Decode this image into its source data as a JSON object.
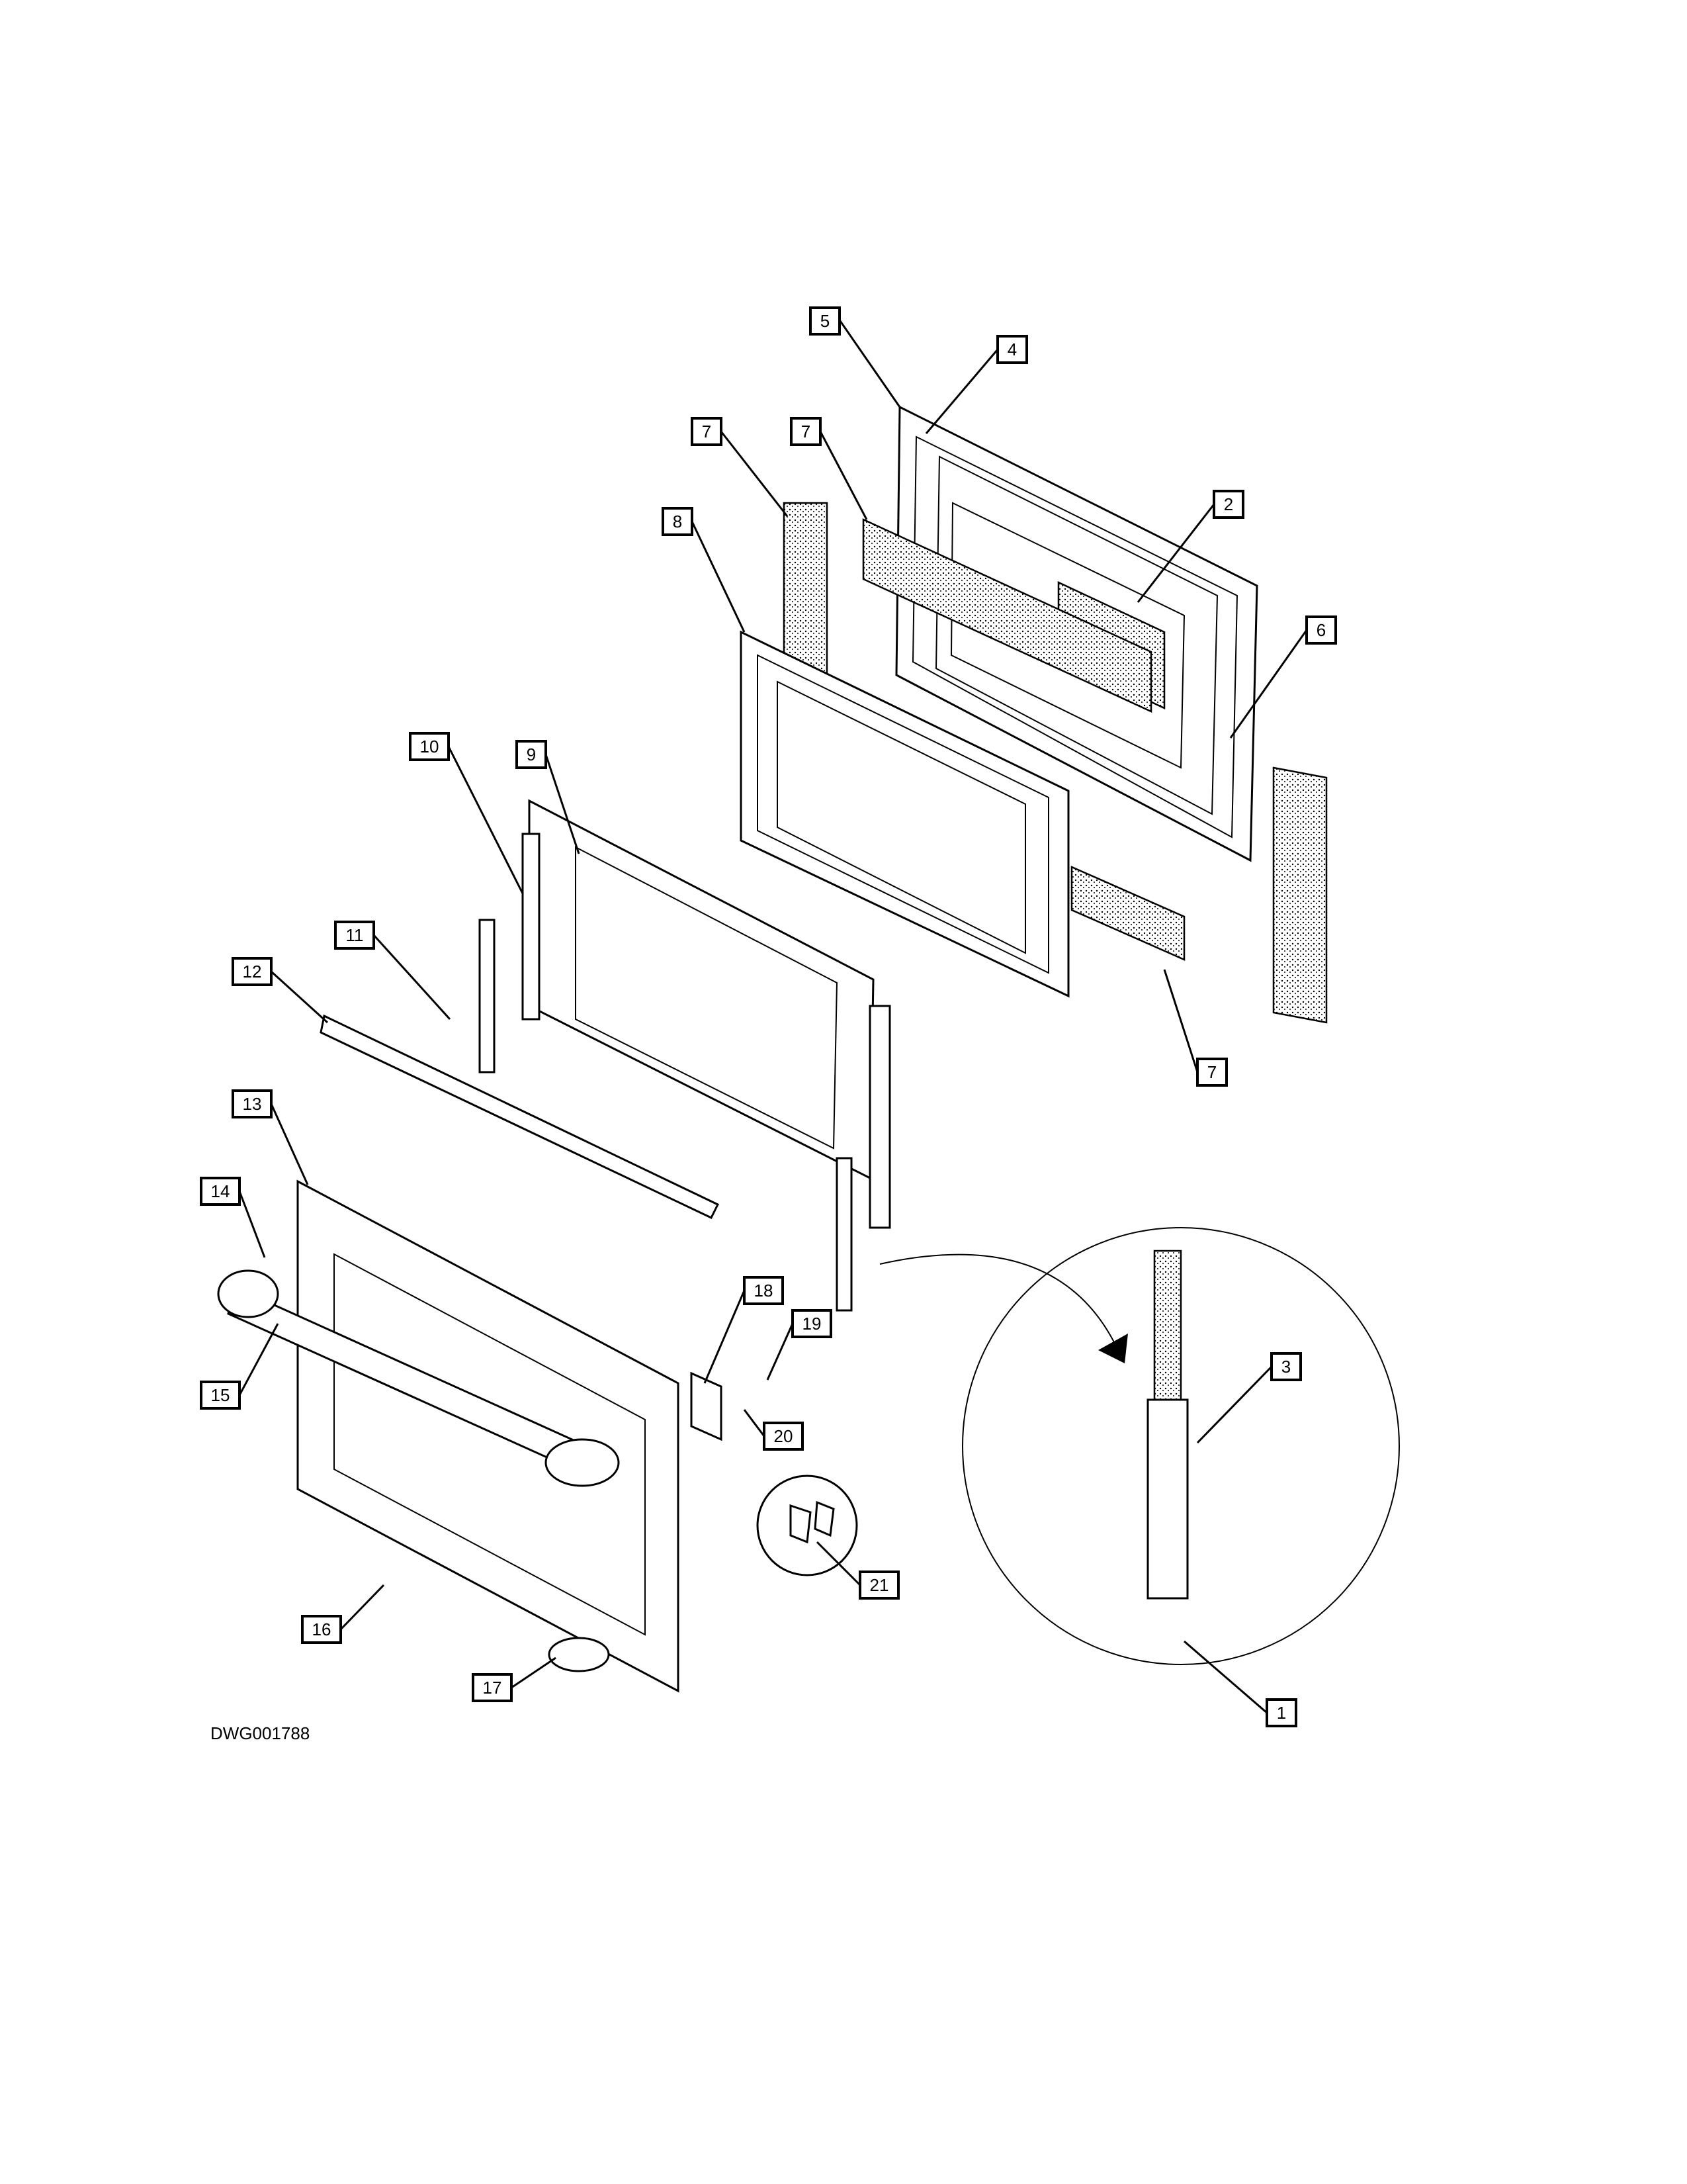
{
  "drawing": {
    "code": "DWG001788",
    "callouts": [
      "1",
      "2",
      "3",
      "4",
      "5",
      "6",
      "7",
      "7",
      "7",
      "8",
      "9",
      "10",
      "11",
      "12",
      "13",
      "14",
      "15",
      "16",
      "17",
      "18",
      "19",
      "20",
      "21"
    ]
  }
}
